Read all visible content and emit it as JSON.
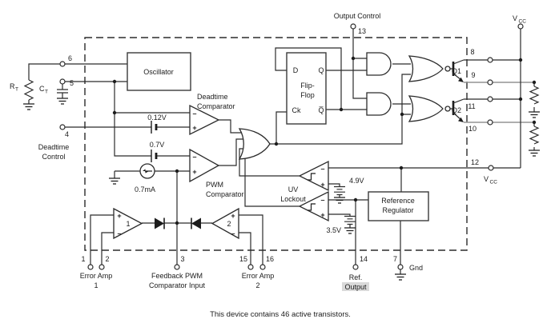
{
  "caption": "This device contains 46 active transistors.",
  "colors": {
    "line": "#2b2b2b",
    "gray_line": "#939393",
    "highlight": "#d9d9d9",
    "background": "#ffffff"
  },
  "blocks": {
    "oscillator": "Oscillator",
    "flipflop_line1": "Flip-",
    "flipflop_line2": "Flop",
    "ref_reg_line1": "Reference",
    "ref_reg_line2": "Regulator"
  },
  "flipflop": {
    "d": "D",
    "q": "Q",
    "ck": "Ck",
    "qbar": "Q̅"
  },
  "comparators": {
    "deadtime_line1": "Deadtime",
    "deadtime_line2": "Comparator",
    "pwm_line1": "PWM",
    "pwm_line2": "Comparator",
    "uv_line1": "UV",
    "uv_line2": "Lockout"
  },
  "values": {
    "deadtime_offset": "0.12V",
    "pwm_offset": "0.7V",
    "current_source": "0.7mA",
    "uv_ref_high": "4.9V",
    "uv_ref_low": "3.5V"
  },
  "pins": {
    "p1": "1",
    "p2": "2",
    "p3": "3",
    "p4": "4",
    "p5": "5",
    "p6": "6",
    "p7": "7",
    "p8": "8",
    "p9": "9",
    "p10": "10",
    "p11": "11",
    "p12": "12",
    "p13": "13",
    "p14": "14",
    "p15": "15",
    "p16": "16"
  },
  "labels": {
    "output_control": "Output Control",
    "deadtime_control_line1": "Deadtime",
    "deadtime_control_line2": "Control",
    "error_amp1_line1": "Error Amp",
    "error_amp1_line2": "1",
    "feedback_line1": "Feedback PWM",
    "feedback_line2": "Comparator Input",
    "error_amp2_line1": "Error Amp",
    "error_amp2_line2": "2",
    "ref_output_line1": "Ref.",
    "ref_output_line2": "Output",
    "gnd": "Gnd",
    "rt_base": "R",
    "rt_sub": "T",
    "ct_base": "C",
    "ct_sub": "T",
    "vcc_base": "V",
    "vcc_sub": "CC"
  },
  "transistors": {
    "q1": "Q1",
    "q2": "Q2"
  },
  "amps": {
    "ea1_num": "1",
    "ea2_num": "2"
  },
  "signs": {
    "plus": "+",
    "minus": "–"
  }
}
